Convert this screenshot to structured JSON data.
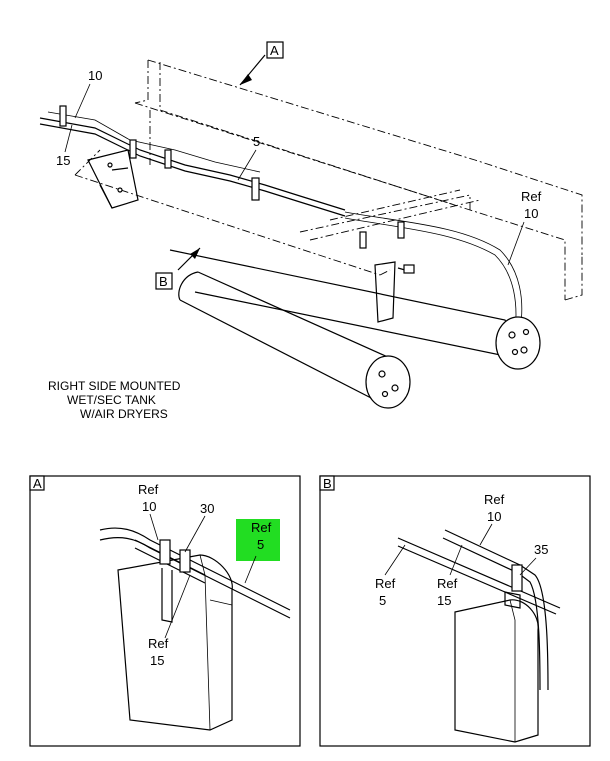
{
  "callouts": {
    "view_a_tag": "A",
    "view_b_tag": "B",
    "main_10": "10",
    "main_15": "15",
    "main_5": "5",
    "main_ref": "Ref",
    "main_ref_10": "10"
  },
  "caption": {
    "line1": "RIGHT SIDE MOUNTED",
    "line2": "WET/SEC TANK",
    "line3": "W/AIR DRYERS"
  },
  "detail_a": {
    "tag": "A",
    "ref10_ref": "Ref",
    "ref10_num": "10",
    "item30": "30",
    "ref5_ref": "Ref",
    "ref5_num": "5",
    "ref15_ref": "Ref",
    "ref15_num": "15",
    "highlight_color": "#22dd22"
  },
  "detail_b": {
    "tag": "B",
    "ref10_ref": "Ref",
    "ref10_num": "10",
    "item35": "35",
    "ref5_ref": "Ref",
    "ref5_num": "5",
    "ref15_ref": "Ref",
    "ref15_num": "15"
  }
}
